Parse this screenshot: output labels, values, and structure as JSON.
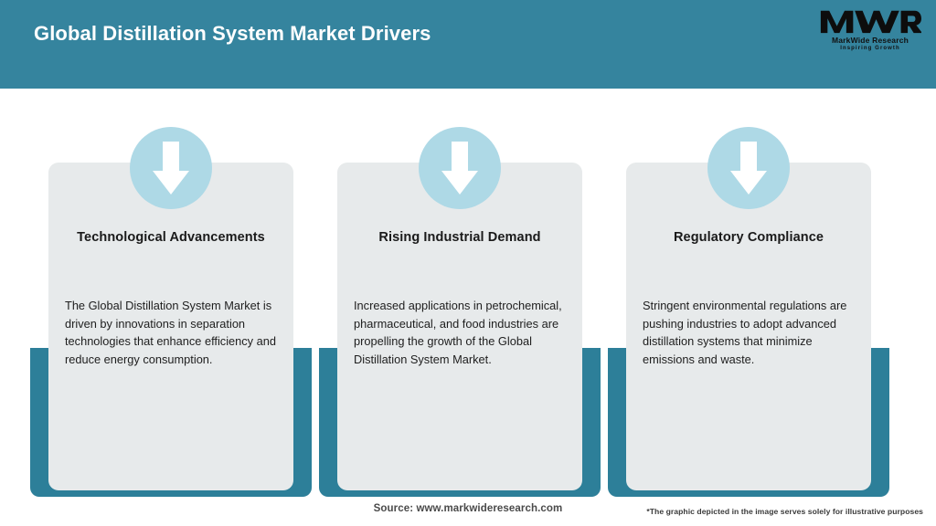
{
  "header": {
    "title": "Global Distillation System Market Drivers",
    "background_color": "#35849e",
    "title_color": "#ffffff",
    "logo": {
      "mark": "MWR",
      "name": "MarkWide Research",
      "tagline": "Inspiring Growth"
    }
  },
  "theme": {
    "teal": "#2d7f99",
    "card_bg": "#e7eaeb",
    "badge_circle": "#aed9e6",
    "badge_arrow": "#ffffff",
    "page_bg": "#ffffff"
  },
  "cards": [
    {
      "icon": "down-arrow-icon",
      "title": "Technological Advancements",
      "body": "The Global Distillation System Market is driven by innovations in separation technologies that enhance efficiency and reduce energy consumption."
    },
    {
      "icon": "down-arrow-icon",
      "title": "Rising Industrial Demand",
      "body": "Increased applications in petrochemical, pharmaceutical, and food industries are propelling the growth of the Global Distillation System Market."
    },
    {
      "icon": "down-arrow-icon",
      "title": "Regulatory Compliance",
      "body": "Stringent environmental regulations are pushing industries to adopt advanced distillation systems that minimize emissions and waste."
    }
  ],
  "footer": {
    "source": "Source: www.markwideresearch.com",
    "note": "*The graphic depicted in the image serves solely for illustrative purposes"
  }
}
